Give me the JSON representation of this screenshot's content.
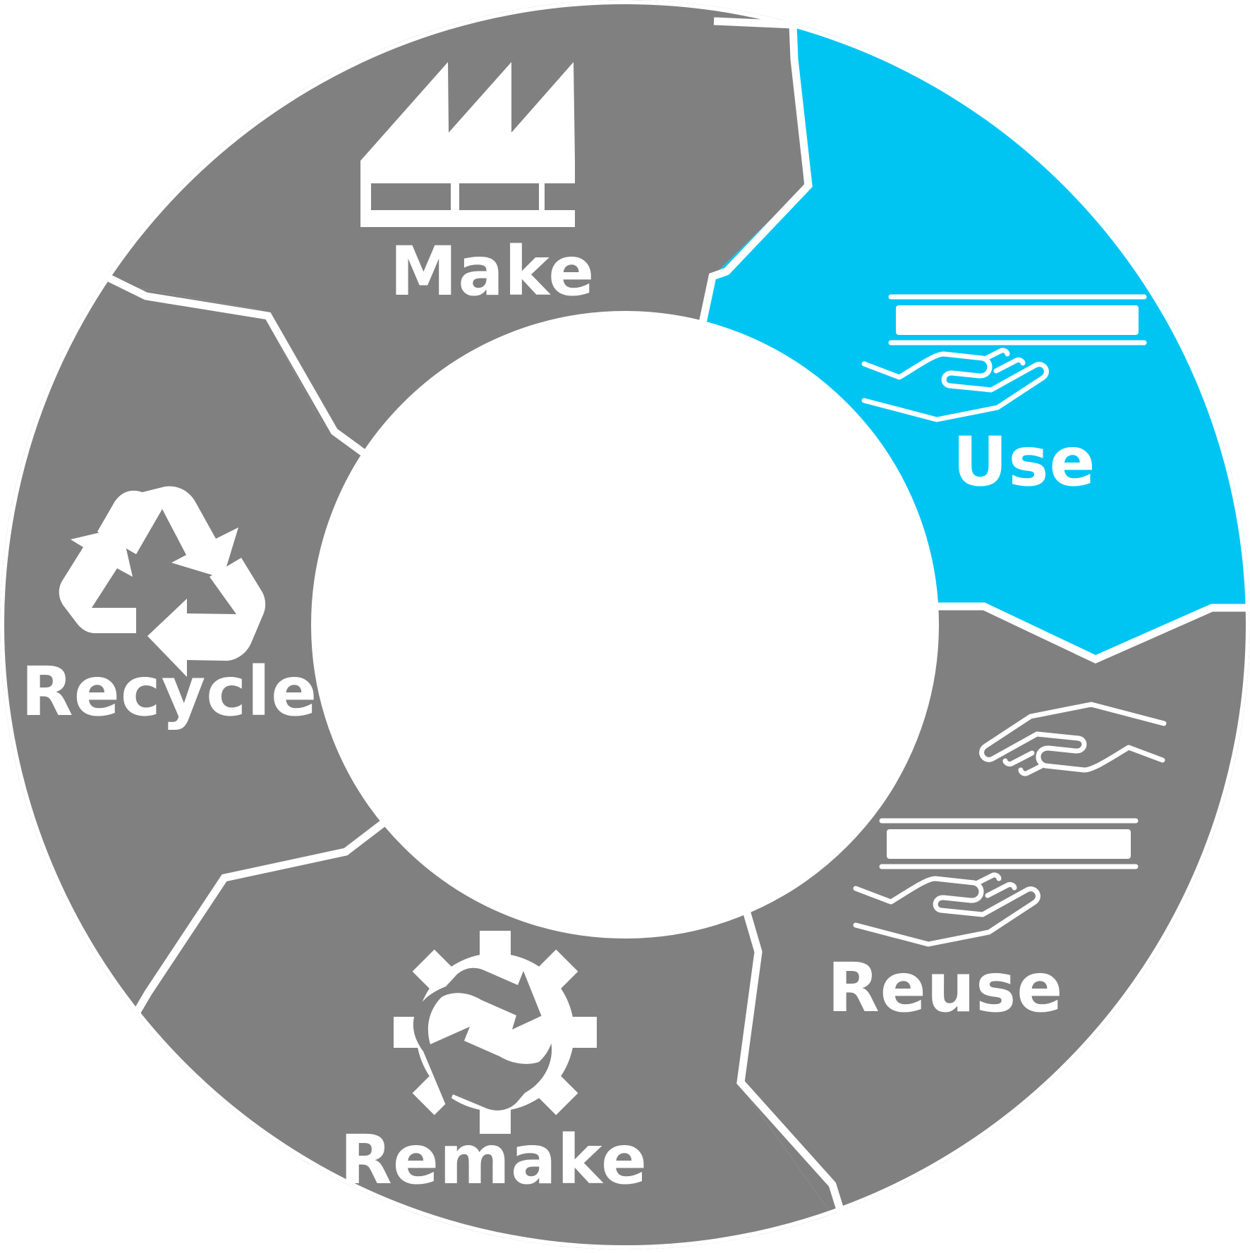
{
  "diagram": {
    "colors": {
      "segment": "#808080",
      "highlight": "#00c5f3",
      "divider": "#ffffff",
      "icon": "#ffffff",
      "background": "#ffffff"
    },
    "segments": [
      {
        "id": "make",
        "label": "Make",
        "icon": "factory-icon",
        "highlighted": false
      },
      {
        "id": "use",
        "label": "Use",
        "icon": "hand-receiving-item-icon",
        "highlighted": true
      },
      {
        "id": "reuse",
        "label": "Reuse",
        "icon": "hand-passing-item-icon",
        "highlighted": false
      },
      {
        "id": "remake",
        "label": "Remake",
        "icon": "gear-wrench-icon",
        "highlighted": false
      },
      {
        "id": "recycle",
        "label": "Recycle",
        "icon": "recycle-arrows-icon",
        "highlighted": false
      }
    ]
  }
}
